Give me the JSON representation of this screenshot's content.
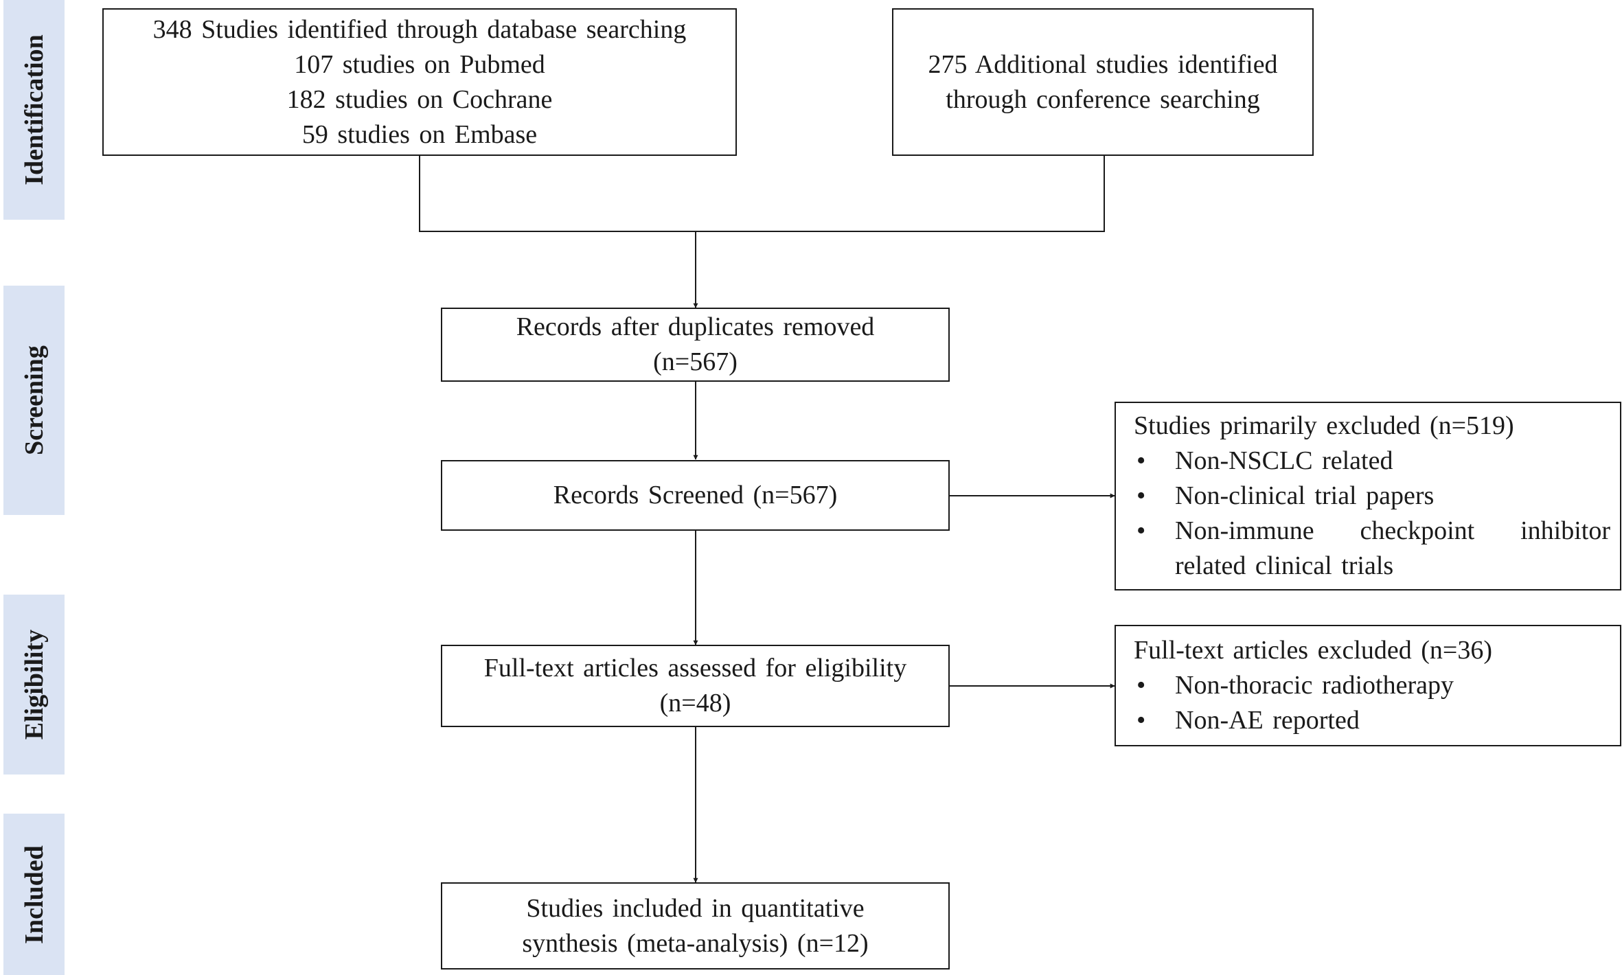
{
  "stages": {
    "identification": "Identification",
    "screening": "Screening",
    "eligibility": "Eligibility",
    "included": "Included"
  },
  "database_box": {
    "lines": [
      "348 Studies identified through database searching",
      "107 studies on Pubmed",
      "182 studies on Cochrane",
      "59 studies on Embase"
    ]
  },
  "conference_box": {
    "lines": [
      "275 Additional studies identified",
      "through conference searching"
    ]
  },
  "duplicates_box": {
    "lines": [
      "Records after duplicates removed",
      "(n=567)"
    ]
  },
  "screened_box": {
    "text": "Records Screened (n=567)"
  },
  "primary_excluded_box": {
    "title": "Studies primarily excluded (n=519)",
    "items": [
      "Non-NSCLC related",
      "Non-clinical trial papers",
      "Non-immune checkpoint inhibitor related clinical trials"
    ]
  },
  "eligibility_box": {
    "lines": [
      "Full-text articles assessed for eligibility",
      "(n=48)"
    ]
  },
  "fulltext_excluded_box": {
    "title": "Full-text articles excluded (n=36)",
    "items": [
      "Non-thoracic radiotherapy",
      "Non-AE reported"
    ]
  },
  "included_box": {
    "lines": [
      "Studies included in quantitative",
      "synthesis (meta-analysis) (n=12)"
    ]
  }
}
